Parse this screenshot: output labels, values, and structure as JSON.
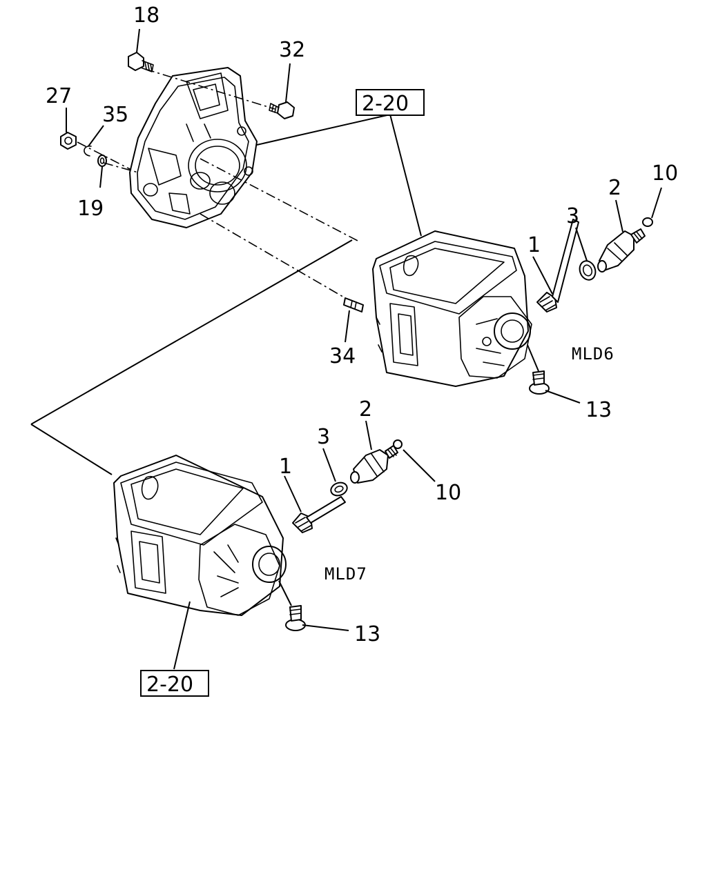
{
  "callouts": {
    "c18": "18",
    "c32": "32",
    "c27": "27",
    "c35": "35",
    "c19": "19",
    "c34": "34",
    "c1_top": "1",
    "c2_top": "2",
    "c3_top": "3",
    "c10_top": "10",
    "c13_top": "13",
    "c1_bottom": "1",
    "c2_bottom": "2",
    "c3_bottom": "3",
    "c10_bottom": "10",
    "c13_bottom": "13"
  },
  "references": {
    "ref_top": "2-20",
    "ref_bottom": "2-20"
  },
  "variants": {
    "top": "MLD6",
    "bottom": "MLD7"
  }
}
